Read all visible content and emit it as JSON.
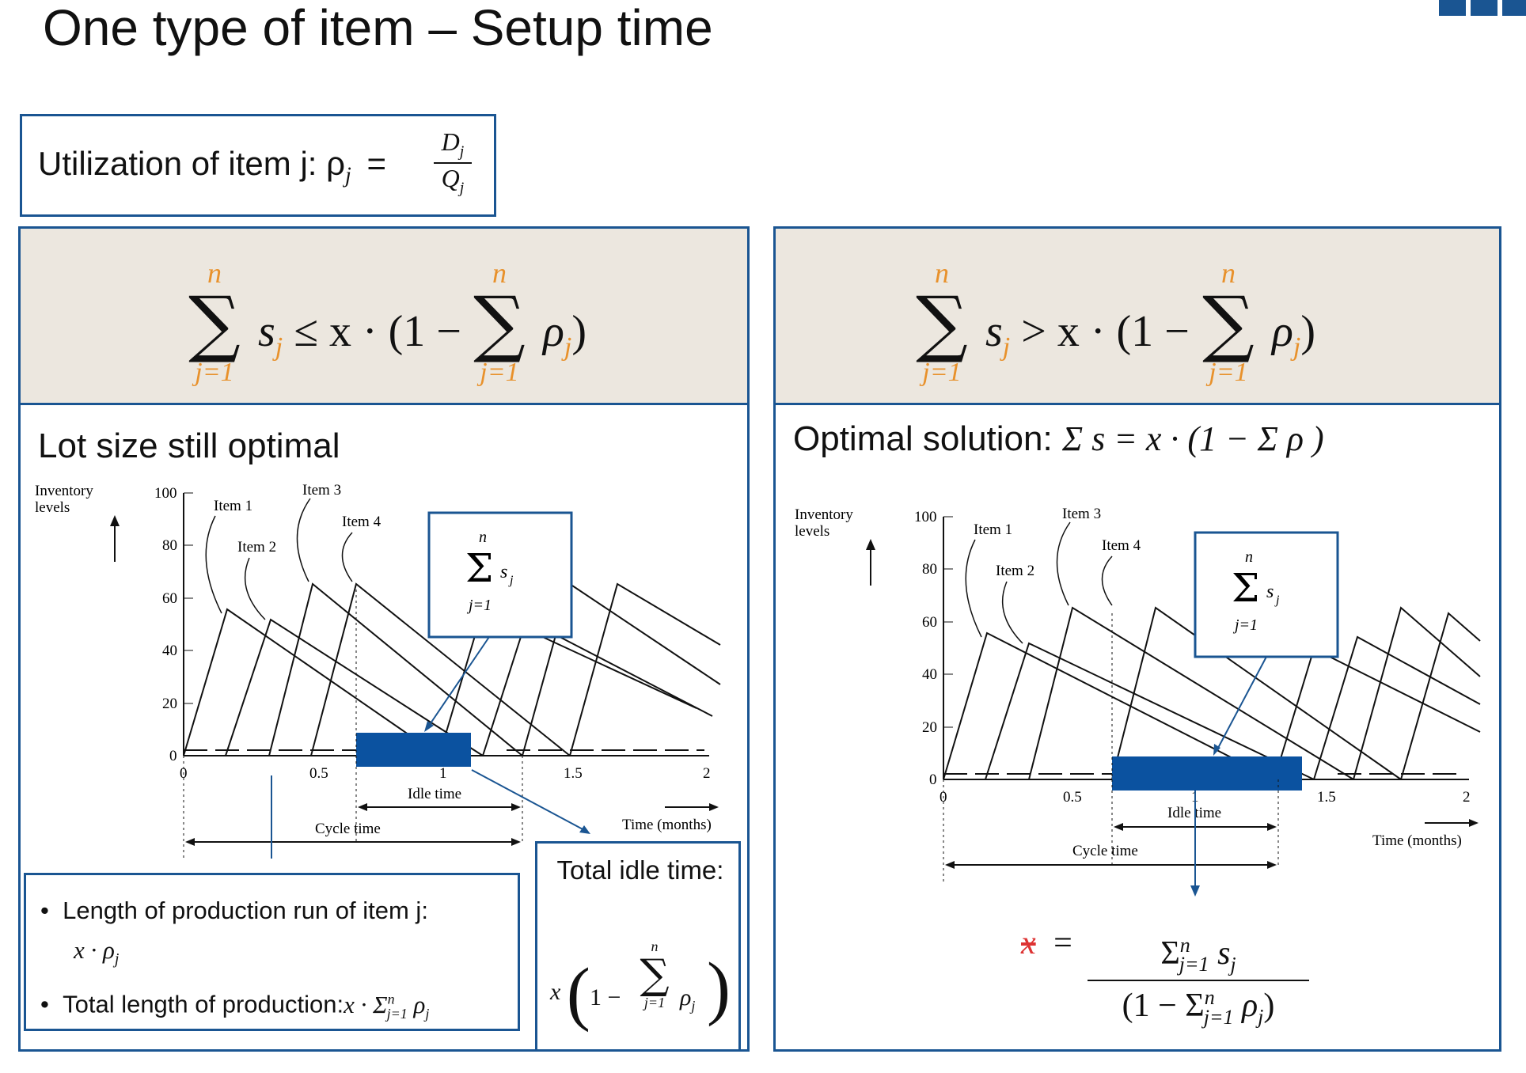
{
  "title": "One type of item – Setup time",
  "utilization": {
    "label": "Utilization of item j: ρ",
    "sub": "j",
    "eq": "=",
    "num": "D",
    "num_sub": "j",
    "den": "Q",
    "den_sub": "j"
  },
  "left_panel": {
    "formula": {
      "lhs": "s",
      "lhs_sub": "j",
      "op": "≤ x · (1 −",
      "rhs": "ρ",
      "rhs_sub": "j",
      "close": ")",
      "upper": "n",
      "lower": "j=1"
    },
    "heading": "Lot size still optimal",
    "bullets": [
      {
        "text": "Length of production run of item j:",
        "math": "x · ρ",
        "math_sub": "j"
      },
      {
        "text": "Total length of production:",
        "math": "x · Σ",
        "math_sup": "n",
        "math_sub": "j=1",
        "math_tail": "ρ",
        "math_tail_sub": "j"
      }
    ],
    "idle_box": {
      "title": "Total idle time:",
      "expr_x": "x",
      "expr_one": "1 −",
      "expr_rho": "ρ",
      "expr_rho_sub": "j",
      "upper": "n",
      "lower": "j=1"
    }
  },
  "right_panel": {
    "formula": {
      "lhs": "s",
      "lhs_sub": "j",
      "op": "> x · (1 −",
      "rhs": "ρ",
      "rhs_sub": "j",
      "close": ")",
      "upper": "n",
      "lower": "j=1"
    },
    "heading": "Optimal solution:",
    "heading_math": "Σ s = x · (1 − Σ ρ )",
    "result": {
      "lhs": "x",
      "eq": "=",
      "num": "Σ",
      "num_sup": "n",
      "num_sub": "j=1",
      "num_tail": "s",
      "num_tail_sub": "j",
      "den": "(1 − Σ",
      "den_sup": "n",
      "den_sub": "j=1",
      "den_tail": "ρ",
      "den_tail_sub": "j",
      "den_close": ")"
    }
  },
  "chart_labels": {
    "ylabel_line1": "Inventory",
    "ylabel_line2": "levels",
    "yticks": [
      "100",
      "80",
      "60",
      "40",
      "20",
      "0"
    ],
    "xticks": [
      "0",
      "0.5",
      "1",
      "1.5",
      "2"
    ],
    "items": [
      "Item 1",
      "Item 2",
      "Item 3",
      "Item 4"
    ],
    "idle": "Idle time",
    "cycle": "Cycle time",
    "time": "Time (months)",
    "callout_upper": "n",
    "callout_sigma": "Σ",
    "callout_s": "s",
    "callout_sub": "j",
    "callout_lower": "j=1"
  }
}
